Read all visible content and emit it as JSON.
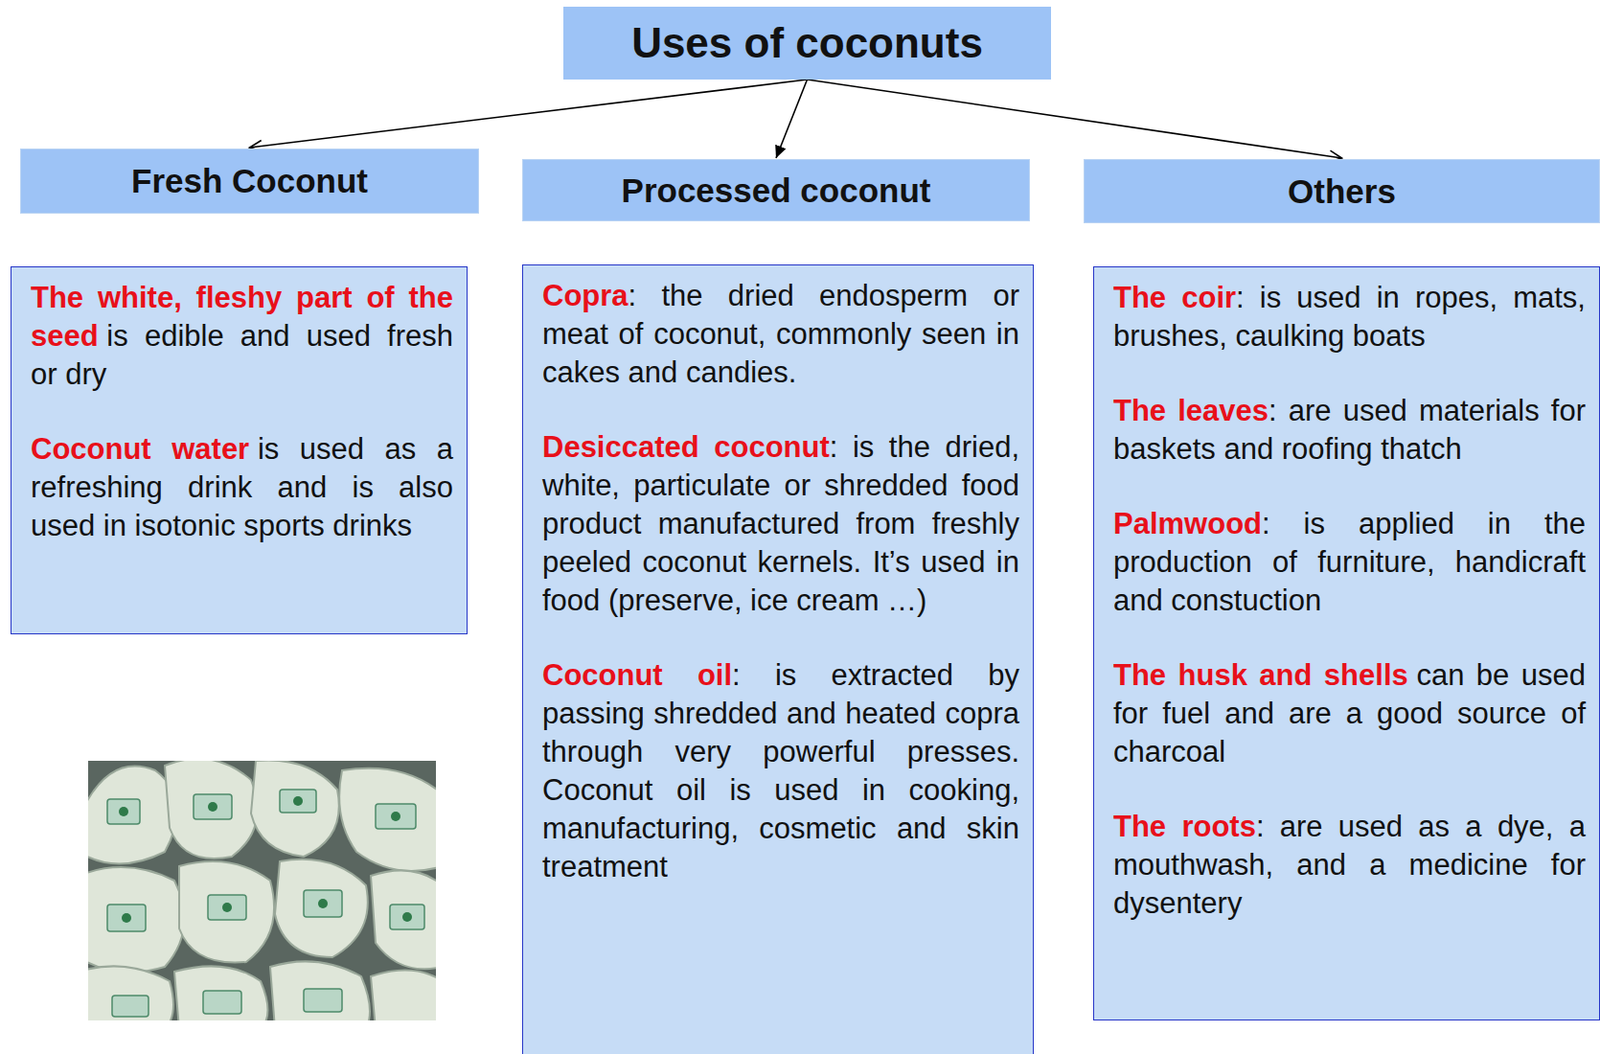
{
  "diagram": {
    "nodes": [
      {
        "text": [
          "Uses of coconuts"
        ]
      },
      {
        "text": [
          "Fresh Coconut"
        ]
      },
      {
        "text": [
          "Processed coconut"
        ]
      },
      {
        "text": [
          "Others"
        ]
      },
      {
        "text": [
          "The white, fleshy part of the seed",
          "is edible and used fresh or dry",
          "Coconut water",
          "is used as a refreshing drink and is also used in isotonic sports drinks"
        ]
      },
      {
        "text": [
          "Copra",
          ": the dried endosperm or meat of coconut, commonly seen in cakes and candies.",
          "Desiccated coconut",
          ": is the dried, white, particulate or shredded food product manufactured from freshly peeled coconut kernels. It’s used in food (preserve, ice cream …)",
          "Coconut oil",
          ": is extracted by passing shredded and heated copra through very powerful presses. Coconut oil is used in cooking, manufacturing, cosmetic and skin treatment"
        ]
      },
      {
        "text": [
          "The coir",
          ": is used in ropes, mats, brushes, caulking boats",
          "The leaves",
          ": are used materials for baskets and roofing thatch",
          "Palmwood",
          ": is applied in the production of furniture, handicraft and constuction",
          "The husk and shells",
          "can be used for fuel and are a good source of charcoal",
          "The roots",
          ": are used as a dye, a mouthwash, and a medicine for dysentery"
        ]
      }
    ],
    "edges": [
      {
        "from": 0,
        "to": 1,
        "arrow": "to"
      },
      {
        "from": 0,
        "to": 2,
        "arrow": "to"
      },
      {
        "from": 0,
        "to": 3,
        "arrow": "to"
      }
    ]
  }
}
